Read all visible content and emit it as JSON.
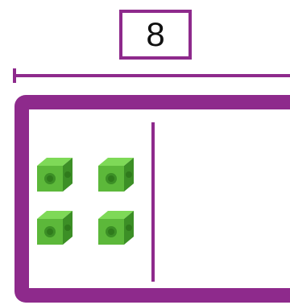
{
  "top_box": {
    "value": "8"
  },
  "counters": {
    "left_part_count": 4,
    "icon": "green-cube",
    "color": "#5cb83a"
  },
  "colors": {
    "frame": "#8e2a8c",
    "cube_light": "#7ed957",
    "cube_mid": "#5cb83a",
    "cube_dark": "#3c8f26"
  }
}
